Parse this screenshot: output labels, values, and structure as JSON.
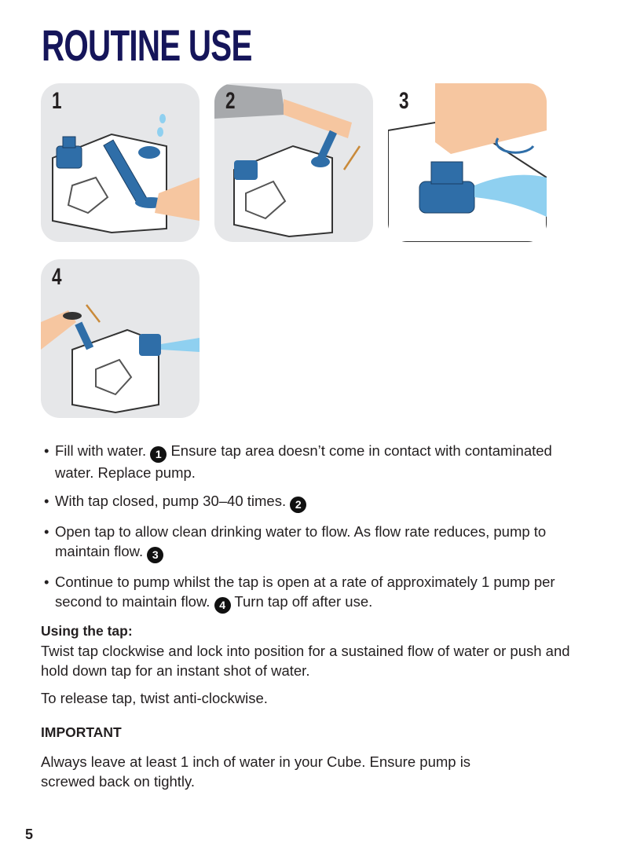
{
  "title": "ROUTINE USE",
  "panels": [
    {
      "number": "1"
    },
    {
      "number": "2"
    },
    {
      "number": "3"
    },
    {
      "number": "4"
    }
  ],
  "bullets": [
    {
      "before": "Fill with water.",
      "step": "1",
      "after": "Ensure tap area doesn’t come in contact with contaminated water. Replace pump."
    },
    {
      "before": "With tap closed, pump 30–40 times.",
      "step": "2",
      "after": ""
    },
    {
      "before": "Open tap to allow clean drinking water to flow. As flow rate reduces, pump to maintain flow.",
      "step": "3",
      "after": ""
    },
    {
      "before": "Continue to pump whilst the tap is open at a rate of approximately 1 pump per second to maintain flow.",
      "step": "4",
      "after": "Turn tap off after use."
    }
  ],
  "tap": {
    "heading": "Using the tap:",
    "text": "Twist tap clockwise and lock into position for a sustained flow of water or push and hold down tap for an instant shot of water.",
    "release": "To release tap, twist anti-clockwise."
  },
  "important": {
    "heading": "IMPORTANT",
    "text": "Always leave at least 1 inch of water in your Cube. Ensure pump is screwed back on tightly."
  },
  "page_number": "5",
  "colors": {
    "title": "#15155a",
    "panel_bg": "#e6e7e9",
    "blue": "#2f6ea8",
    "skin": "#f6c6a0",
    "water": "#8fd0f0",
    "arrow": "#c98a3a"
  }
}
